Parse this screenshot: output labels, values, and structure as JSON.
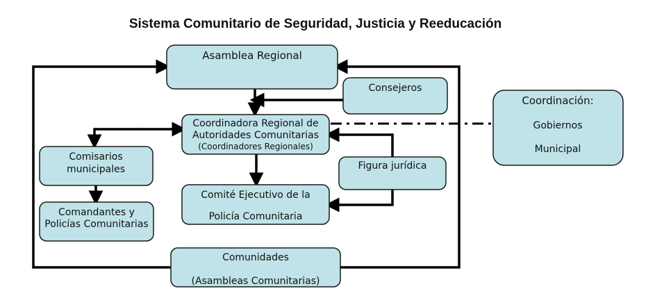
{
  "title": "Sistema Comunitario de Seguridad, Justicia y Reeducación",
  "nodes": {
    "asamblea_regional": "Asamblea Regional",
    "consejeros": "Consejeros",
    "coordinadora": {
      "line1": "Coordinadora Regional de",
      "line2": "Autoridades Comunitarias",
      "line3": "(Coordinadores Regionales)"
    },
    "comisarios": {
      "line1": "Comisarios",
      "line2": "municipales"
    },
    "comandantes": {
      "line1": "Comandantes y",
      "line2": "Policías Comunitarias"
    },
    "comite": {
      "line1": "Comité Ejecutivo de la",
      "line2": "Policía Comunitaria"
    },
    "figura_juridica": "Figura jurídica",
    "comunidades": {
      "line1": "Comunidades",
      "line2": "(Asambleas Comunitarias)"
    },
    "coordinacion": {
      "line1": "Coordinación:",
      "line2": "Gobiernos",
      "line3": "Municipal"
    }
  }
}
